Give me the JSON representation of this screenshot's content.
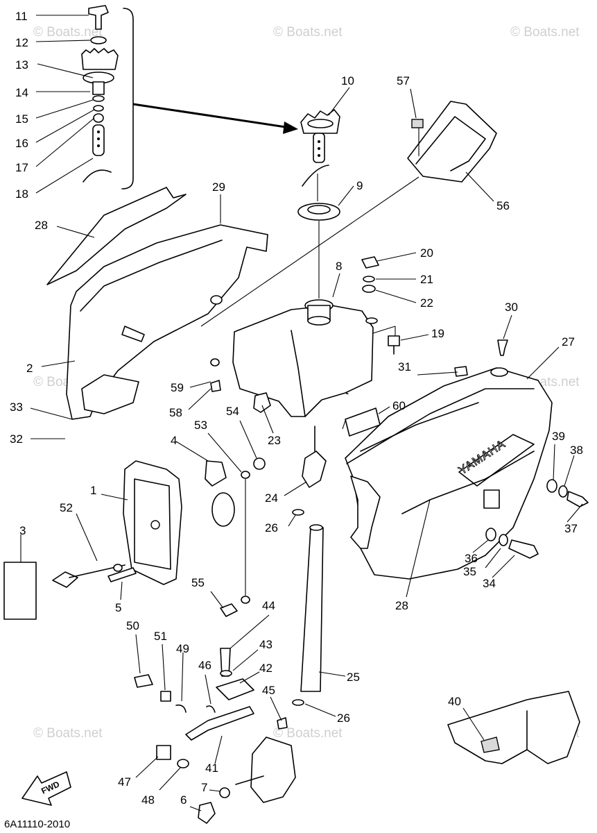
{
  "diagram_code": "6A11110-2010",
  "watermark": "© Boats.net",
  "brand_label": "YAMAHA",
  "fwd_label": "FWD",
  "callouts": {
    "c1": "1",
    "c2": "2",
    "c3": "3",
    "c4": "4",
    "c5": "5",
    "c6": "6",
    "c7": "7",
    "c8": "8",
    "c9": "9",
    "c10": "10",
    "c11": "11",
    "c12": "12",
    "c13": "13",
    "c14": "14",
    "c15": "15",
    "c16": "16",
    "c17": "17",
    "c18": "18",
    "c19": "19",
    "c20": "20",
    "c21": "21",
    "c22": "22",
    "c23": "23",
    "c24": "24",
    "c25": "25",
    "c26": "26",
    "c27": "27",
    "c28": "28",
    "c29": "29",
    "c30": "30",
    "c31": "31",
    "c32": "32",
    "c33": "33",
    "c34": "34",
    "c35": "35",
    "c36": "36",
    "c37": "37",
    "c38": "38",
    "c39": "39",
    "c40": "40",
    "c41": "41",
    "c42": "42",
    "c43": "43",
    "c44": "44",
    "c45": "45",
    "c46": "46",
    "c47": "47",
    "c48": "48",
    "c49": "49",
    "c50": "50",
    "c51": "51",
    "c52": "52",
    "c53": "53",
    "c54": "54",
    "c55": "55",
    "c56": "56",
    "c57": "57",
    "c58": "58",
    "c59": "59",
    "c60": "60"
  }
}
